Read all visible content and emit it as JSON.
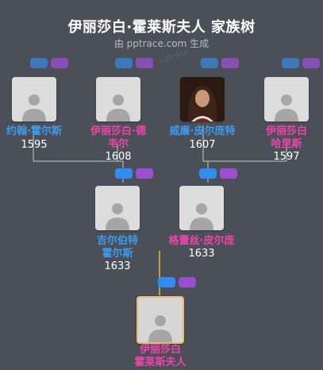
{
  "title": "伊丽莎白·霍莱斯夫人 家族树",
  "subtitle": "由 pptrace.com 生成",
  "watermark": "pptrace",
  "colors": {
    "male": "#3d9bef",
    "female": "#ee44a9",
    "line": "#c8c8c8",
    "self_line": "#e8b84a"
  },
  "people": {
    "john": {
      "name": "约翰·霍尔斯",
      "year": "1595",
      "gender": "male"
    },
    "elizabeth_d": {
      "name_1": "伊丽莎白·德",
      "name_2": "韦尔",
      "year": "1608",
      "gender": "female"
    },
    "william": {
      "name": "威廉·皮尔庞特",
      "year": "1607",
      "gender": "male",
      "portrait": true
    },
    "elizabeth_h": {
      "name_1": "伊丽莎白",
      "name_2": "哈里斯",
      "year": "1597",
      "gender": "female"
    },
    "gilbert": {
      "name_1": "吉尔伯特",
      "name_2": "霍尔斯",
      "year": "1633",
      "gender": "male"
    },
    "grace": {
      "name": "格蕾丝·皮尔庞",
      "year": "1633",
      "gender": "female"
    },
    "self": {
      "name_1": "伊丽莎白",
      "name_2": "霍莱斯夫人",
      "gender": "female"
    }
  },
  "icons": [
    "male-parent-icon",
    "female-parent-icon",
    "person-silhouette-icon"
  ]
}
